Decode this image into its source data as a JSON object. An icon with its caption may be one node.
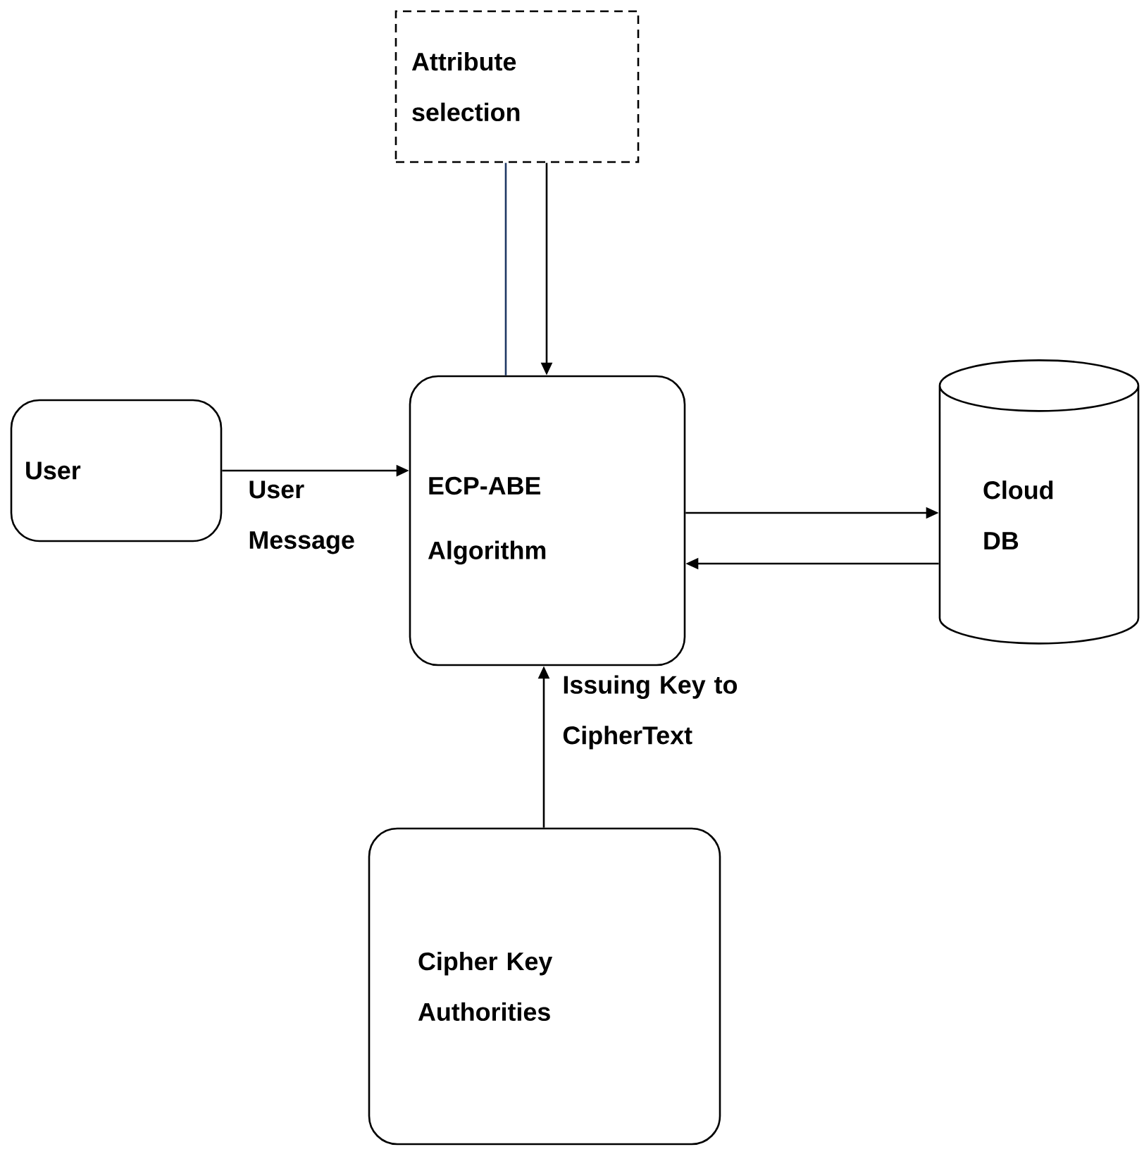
{
  "diagram": {
    "nodes": [
      {
        "text": [
          "Attribute selection"
        ]
      },
      {
        "text": [
          "ECP-ABE",
          "Algorithm"
        ]
      },
      {
        "text": [
          "User"
        ]
      },
      {
        "text": [
          "Cloud DB"
        ]
      },
      {
        "text": [
          "Cipher Key Authorities"
        ]
      }
    ],
    "edges": [
      {
        "from": 0,
        "to": 1,
        "arrow": "none",
        "color": "#1f3864"
      },
      {
        "from": 0,
        "to": 1,
        "arrow": "to"
      },
      {
        "from": 2,
        "to": 1,
        "arrow": "to",
        "label": "User Message"
      },
      {
        "from": 1,
        "to": 3,
        "arrow": "to"
      },
      {
        "from": 3,
        "to": 1,
        "arrow": "to"
      },
      {
        "from": 4,
        "to": 1,
        "arrow": "to",
        "label": "Issuing Key to CipherText"
      }
    ]
  }
}
